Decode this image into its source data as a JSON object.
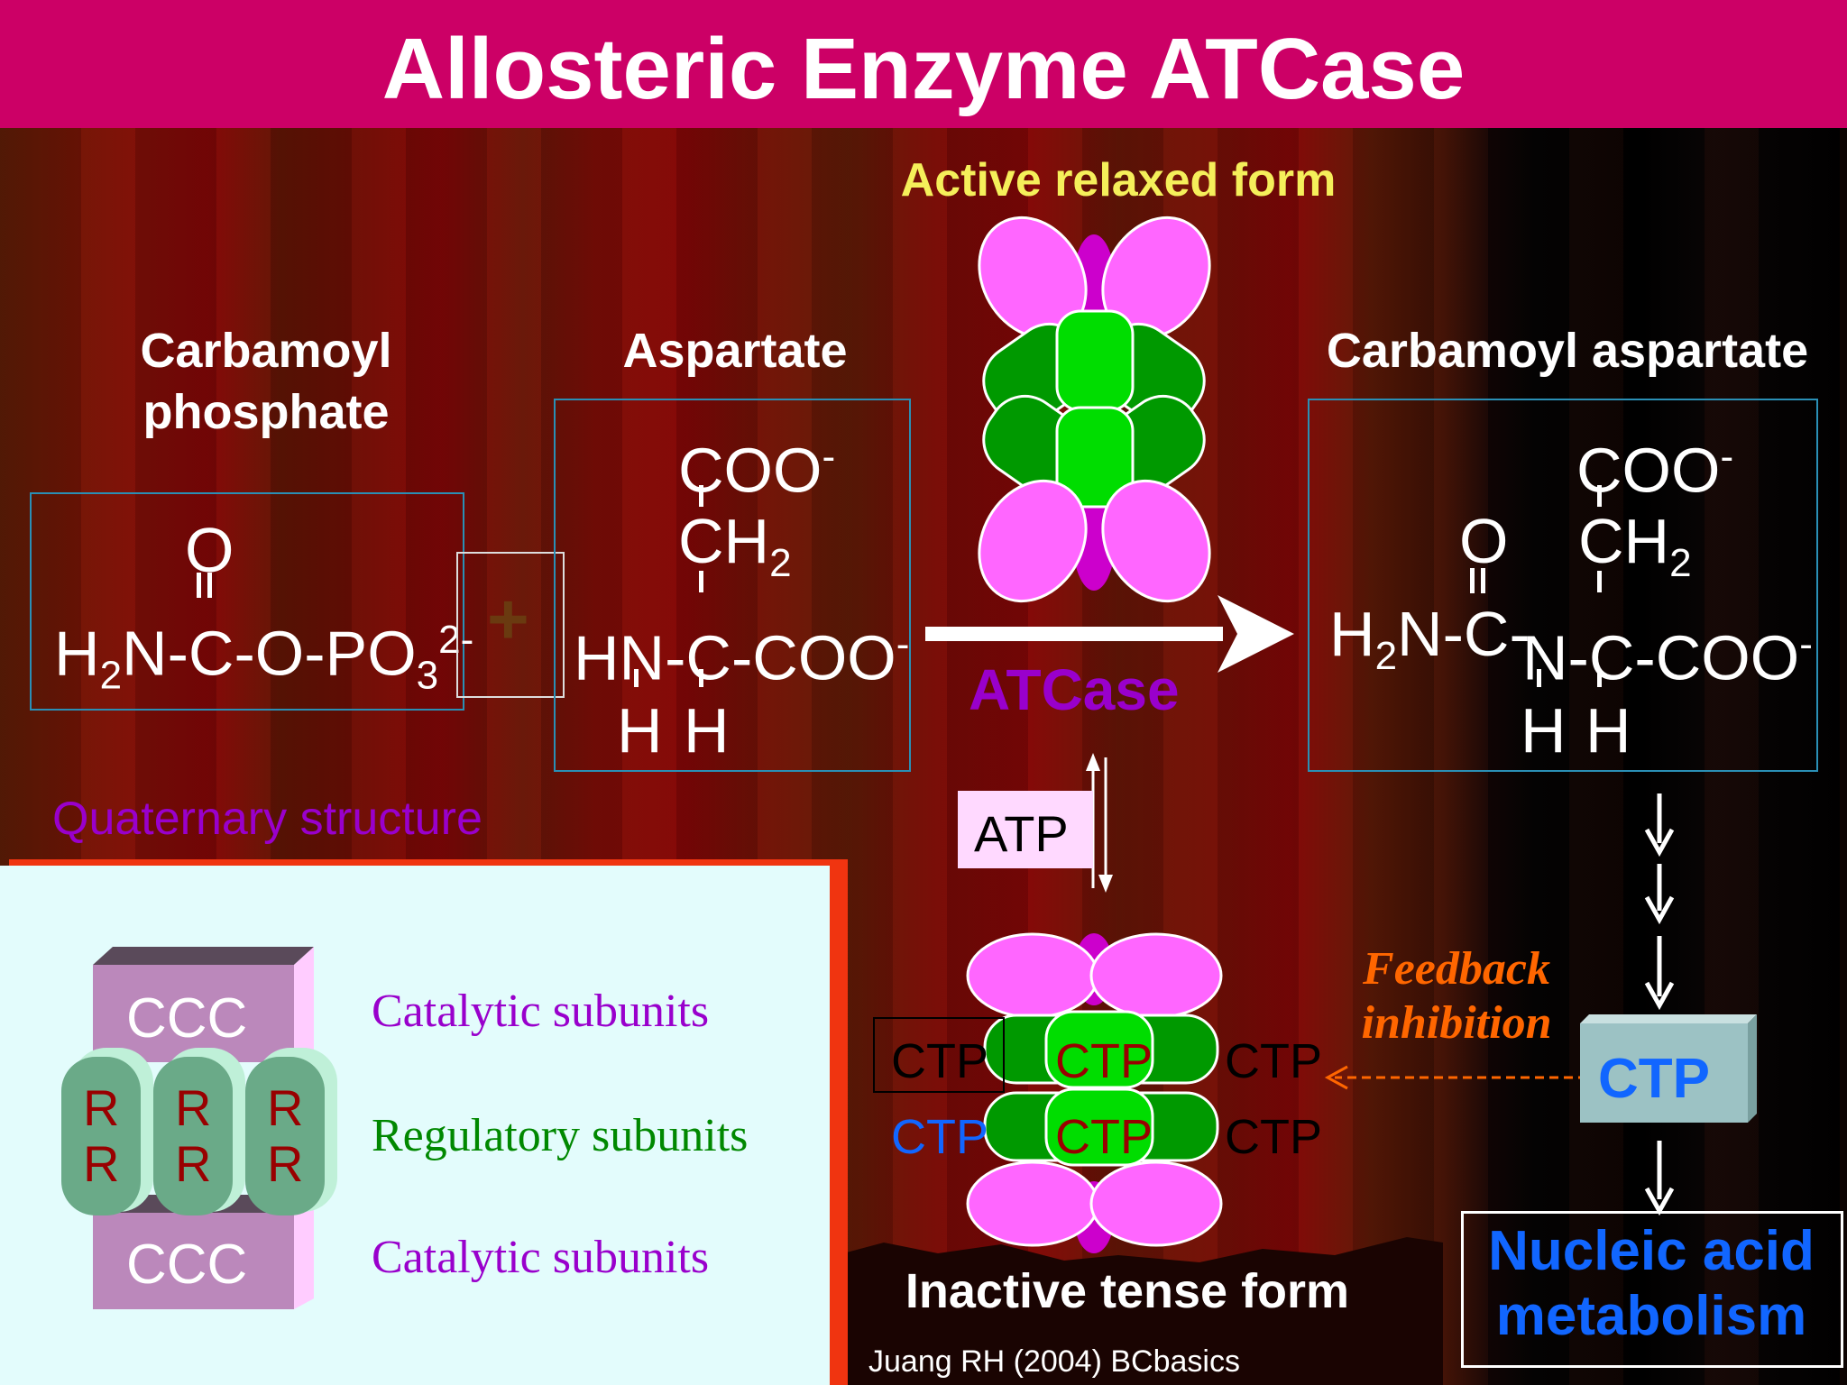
{
  "title": "Allosteric Enzyme ATCase",
  "active_form_label": "Active relaxed form",
  "inactive_form_label": "Inactive tense form",
  "enzyme_label": "ATCase",
  "substrates": {
    "carbamoyl_phosphate": {
      "name_line1": "Carbamoyl",
      "name_line2": "phosphate",
      "oxygen": "O",
      "formula_main": "H",
      "formula_parts": [
        "2",
        "N-C-O-PO",
        "3",
        "2-"
      ]
    },
    "plus": "+",
    "aspartate": {
      "name": "Aspartate",
      "top_group": "COO",
      "top_charge": "-",
      "ch": "CH",
      "ch_sub": "2",
      "main": "HN-C-COO",
      "main_charge": "-",
      "h_left": "H",
      "h_right": "H"
    }
  },
  "product": {
    "name": "Carbamoyl aspartate",
    "top_group": "COO",
    "top_charge": "-",
    "ch": "CH",
    "ch_sub": "2",
    "oxygen": "O",
    "left": "H",
    "left_sub": "2",
    "left_rest": "N-C-",
    "main": "N-C-COO",
    "main_charge": "-",
    "h_left": "H",
    "h_right": "H"
  },
  "effectors": {
    "atp": "ATP",
    "ctp_left_boxed": "CTP",
    "ctp_center_top": "CTP",
    "ctp_right_top": "CTP",
    "ctp_left_bottom": "CTP",
    "ctp_center_bottom": "CTP",
    "ctp_right_bottom": "CTP"
  },
  "pathway": {
    "ctp_box": "CTP",
    "feedback_line1": "Feedback",
    "feedback_line2": "inhibition",
    "nucleic_line1": "Nucleic acid",
    "nucleic_line2": "metabolism"
  },
  "quaternary": {
    "heading": "Quaternary structure",
    "ccc_top": "CCC",
    "ccc_bottom": "CCC",
    "r_letter": "R",
    "catalytic_top": "Catalytic subunits",
    "regulatory": "Regulatory subunits",
    "catalytic_bottom": "Catalytic subunits"
  },
  "credit": "Juang RH (2004) BCbasics",
  "colors": {
    "title_bar": "#cc0066",
    "catalytic_pink": "#ff66ff",
    "regulatory_green": "#009900",
    "regulatory_light": "#00dd00",
    "atcase_purple": "#9900cc",
    "feedback_orange": "#ff6600",
    "ctp_blue": "#1166ff"
  }
}
